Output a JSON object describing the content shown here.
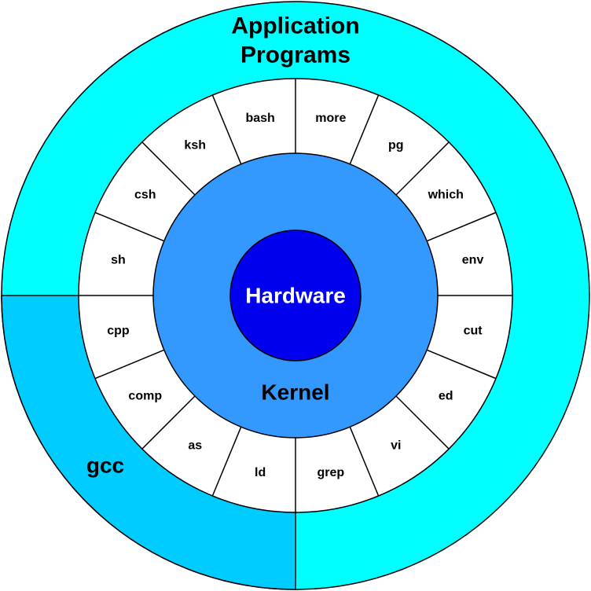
{
  "application_title": {
    "line1": "Application",
    "line2": "Programs"
  },
  "gcc_label": "gcc",
  "kernel_label": "Kernel",
  "hardware_label": "Hardware",
  "utilities": [
    "more",
    "pg",
    "which",
    "env",
    "cut",
    "ed",
    "vi",
    "grep",
    "ld",
    "as",
    "comp",
    "cpp",
    "sh",
    "csh",
    "ksh",
    "bash"
  ],
  "colors": {
    "outer_ring": "#00ffff",
    "gcc_sector": "#00ccff",
    "utility_ring": "#ffffff",
    "kernel": "#3399ff",
    "hardware": "#0000ee",
    "outline": "#000000"
  }
}
